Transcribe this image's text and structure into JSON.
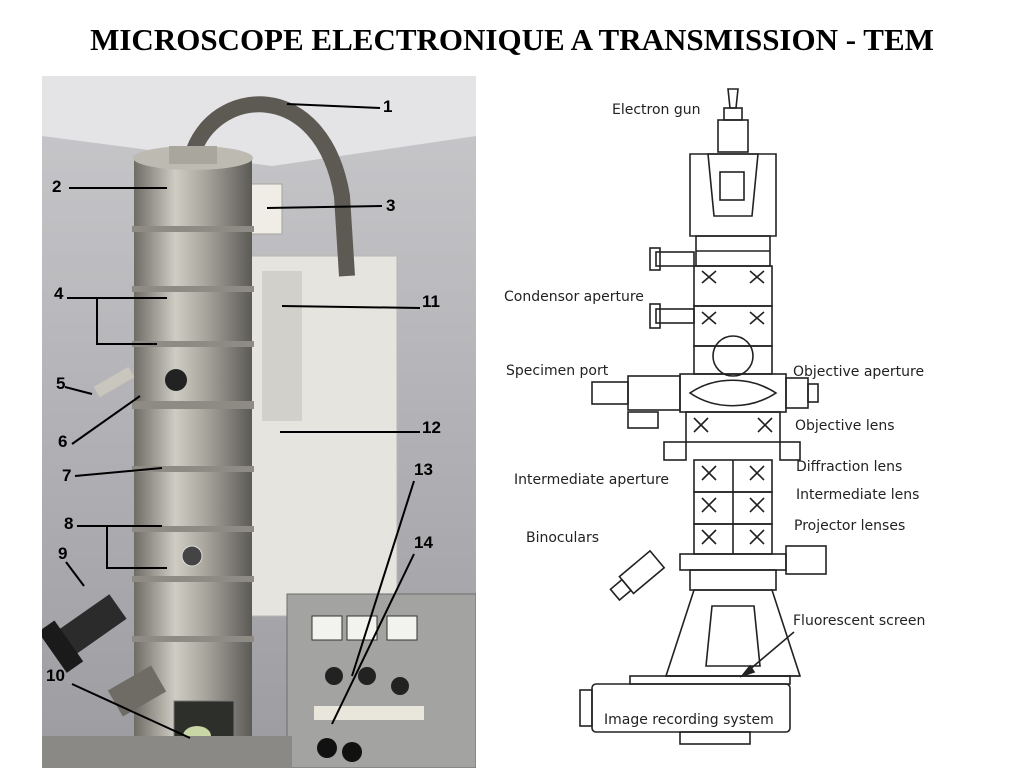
{
  "title": "MICROSCOPE ELECTRONIQUE A TRANSMISSION - TEM",
  "photo_callouts": [
    "1",
    "2",
    "3",
    "4",
    "5",
    "6",
    "7",
    "8",
    "9",
    "10",
    "11",
    "12",
    "13",
    "14"
  ],
  "schematic_labels": {
    "electron_gun": "Electron gun",
    "condensor_aperture": "Condensor aperture",
    "specimen_port": "Specimen port",
    "objective_aperture": "Objective aperture",
    "objective_lens": "Objective lens",
    "diffraction_lens": "Diffraction lens",
    "intermediate_aperture": "Intermediate aperture",
    "intermediate_lens": "Intermediate lens",
    "binoculars": "Binoculars",
    "projector_lenses": "Projector lenses",
    "fluorescent_screen": "Fluorescent screen",
    "image_recording_system": "Image recording system"
  },
  "colors": {
    "wall": "#a9a9ad",
    "metal": "#b3b0a8",
    "cabinet": "#e8e6e0",
    "panel": "#9a9a98"
  }
}
